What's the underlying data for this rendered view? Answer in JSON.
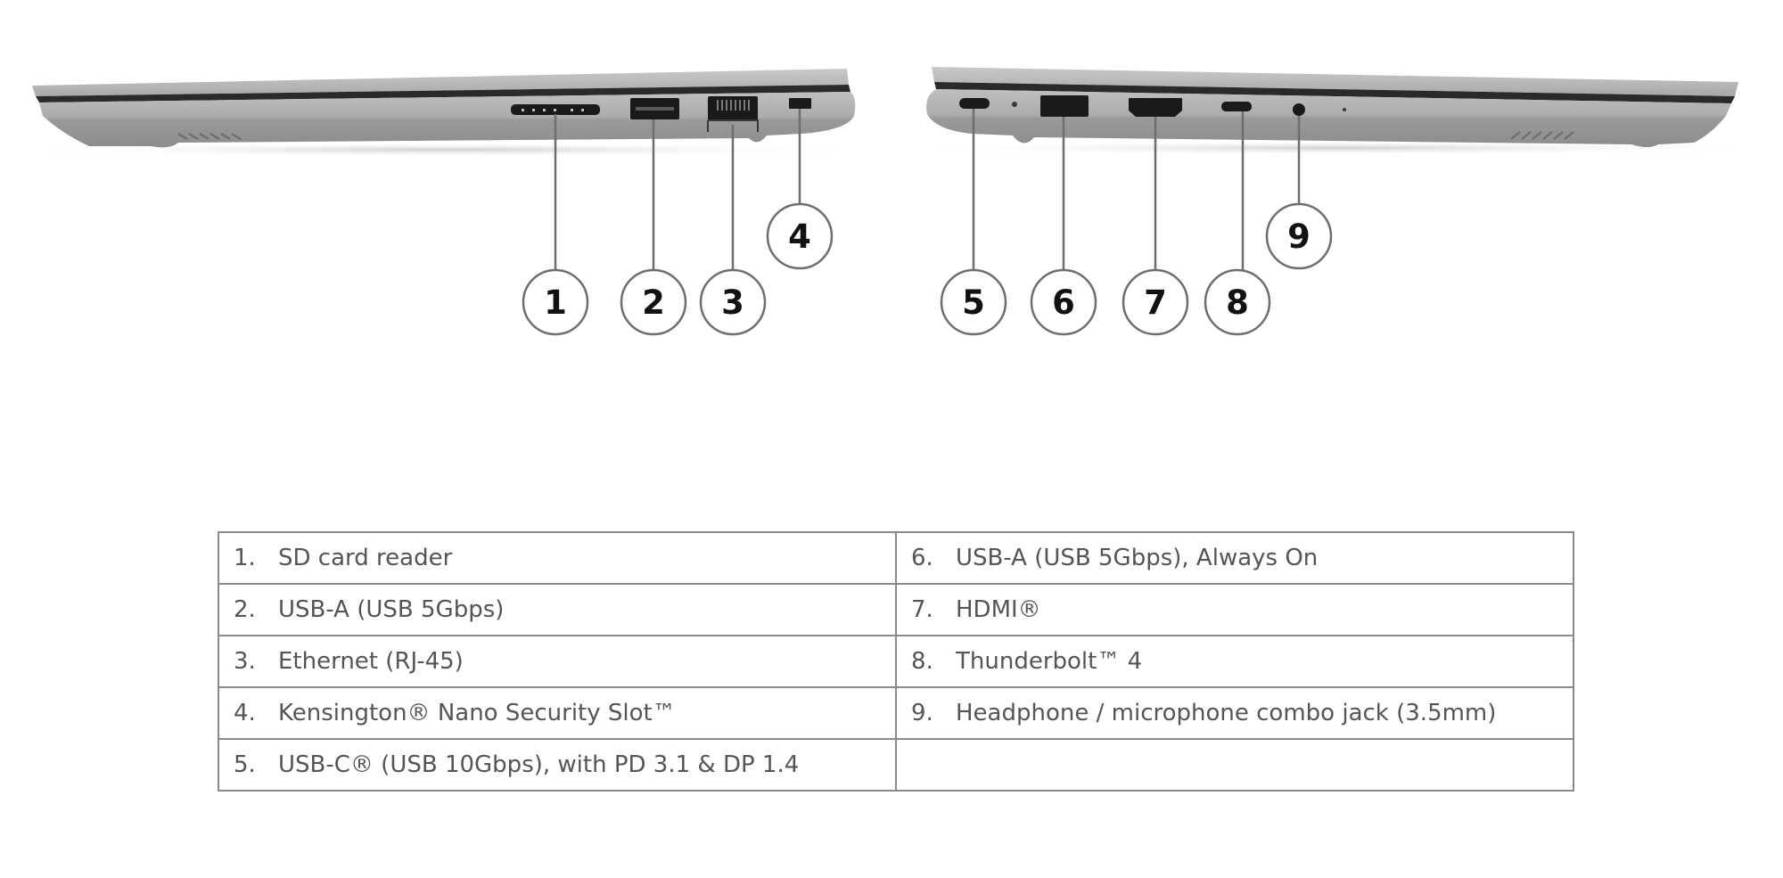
{
  "colors": {
    "chassis": "#a8a8a8",
    "chassis_light": "#bdbdbd",
    "chassis_dark": "#8e8e8e",
    "hinge_gap": "#2a2a2a",
    "port": "#1a1a1a",
    "callout_line": "#6e6e6e",
    "table_border": "#8a8a8a",
    "table_text": "#555555"
  },
  "left_side_view": {
    "callouts": [
      {
        "number": "1",
        "port": "sd-card-reader"
      },
      {
        "number": "2",
        "port": "usb-a"
      },
      {
        "number": "3",
        "port": "ethernet"
      },
      {
        "number": "4",
        "port": "security-slot"
      }
    ]
  },
  "right_side_view": {
    "callouts": [
      {
        "number": "5",
        "port": "usb-c"
      },
      {
        "number": "6",
        "port": "usb-a-always-on"
      },
      {
        "number": "7",
        "port": "hdmi"
      },
      {
        "number": "8",
        "port": "thunderbolt"
      },
      {
        "number": "9",
        "port": "audio-jack"
      }
    ]
  },
  "ports_table": {
    "rows": [
      {
        "left": {
          "num": "1.",
          "label": "SD card reader"
        },
        "right": {
          "num": "6.",
          "label": "USB-A (USB 5Gbps), Always On"
        }
      },
      {
        "left": {
          "num": "2.",
          "label": "USB-A (USB 5Gbps)"
        },
        "right": {
          "num": "7.",
          "label": "HDMI®"
        }
      },
      {
        "left": {
          "num": "3.",
          "label": "Ethernet (RJ-45)"
        },
        "right": {
          "num": "8.",
          "label": "Thunderbolt™ 4"
        }
      },
      {
        "left": {
          "num": "4.",
          "label": "Kensington® Nano Security Slot™"
        },
        "right": {
          "num": "9.",
          "label": "Headphone / microphone combo jack (3.5mm)"
        }
      },
      {
        "left": {
          "num": "5.",
          "label": "USB-C® (USB 10Gbps), with PD 3.1 & DP 1.4"
        },
        "right": {
          "num": "",
          "label": ""
        }
      }
    ]
  }
}
